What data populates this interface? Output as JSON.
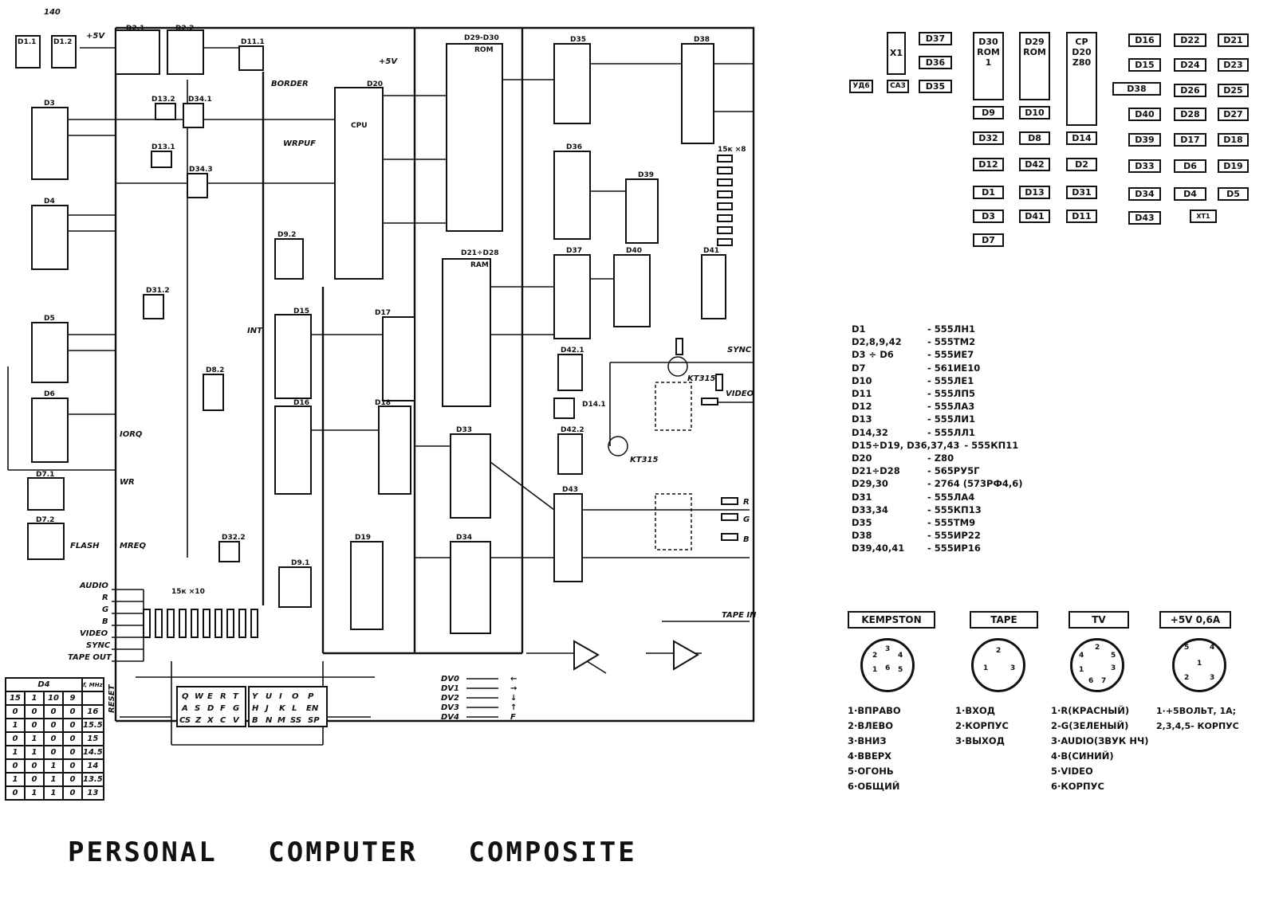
{
  "title": "PERSONAL COMPUTER COMPOSITE",
  "schematic": {
    "chips": {
      "d11": "D1.1",
      "d12": "D1.2",
      "d21": "D2.1",
      "d22": "D2.2",
      "d111": "D11.1",
      "d3": "D3",
      "d4": "D4",
      "d5": "D5",
      "d6": "D6",
      "d71": "D7.1",
      "d72": "D7.2",
      "d20": "D20",
      "d20fn": "CPU",
      "d2930": "D29-D30",
      "rom": "ROM",
      "d2128": "D21÷D28",
      "ram": "RAM",
      "d35": "D35",
      "d38": "D38",
      "d36": "D36",
      "d39": "D39",
      "d37": "D37",
      "d40": "D40",
      "d41": "D41",
      "d15": "D15",
      "d17": "D17",
      "d16": "D16",
      "d18": "D18",
      "d33": "D33",
      "d34": "D34",
      "d43": "D43",
      "d19": "D19",
      "d91": "D9.1",
      "d421": "D42.1",
      "d422": "D42.2",
      "d141": "D14.1",
      "d82": "D8.2",
      "d92": "D9.2",
      "d132": "D13.2",
      "d341": "D34.1",
      "d131": "D13.1",
      "d343": "D34.3",
      "d312": "D31.2",
      "d322": "D32.2"
    },
    "signals": {
      "audio": "AUDIO",
      "r": "R",
      "g": "G",
      "b": "B",
      "video": "VIDEO",
      "sync": "SYNC",
      "tape_out": "TAPE OUT",
      "tape_in": "TAPE IN",
      "border": "BORDER",
      "flash": "FLASH",
      "wrpuf": "WRPUF",
      "reset": "RESET",
      "plus5v": "+5V",
      "kt315": "KT315",
      "kt315b": "KT315",
      "c140": "140",
      "res15x10": "15к ×10",
      "res15x8": "15к ×8",
      "mreq": "MREQ",
      "wr": "WR",
      "iorq": "IORQ",
      "int": "INT"
    },
    "keyboard": [
      [
        "Q",
        "W",
        "E",
        "R",
        "T"
      ],
      [
        "A",
        "S",
        "D",
        "F",
        "G"
      ],
      [
        "CS",
        "Z",
        "X",
        "C",
        "V"
      ],
      [
        "Y",
        "U",
        "I",
        "O",
        "P"
      ],
      [
        "H",
        "J",
        "K",
        "L",
        "EN"
      ],
      [
        "B",
        "N",
        "M",
        "SS",
        "SP"
      ]
    ],
    "joystick": {
      "lines": [
        "DV0",
        "DV1",
        "DV2",
        "DV3",
        "DV4"
      ],
      "dirs": [
        "←",
        "→",
        "↓",
        "↑",
        "F"
      ]
    }
  },
  "d4_table": {
    "header": "D4",
    "freq_header": "f, MHz",
    "pins": [
      "15",
      "1",
      "10",
      "9"
    ],
    "rows": [
      {
        "bits": [
          "0",
          "0",
          "0",
          "0"
        ],
        "f": "16"
      },
      {
        "bits": [
          "1",
          "0",
          "0",
          "0"
        ],
        "f": "15.5"
      },
      {
        "bits": [
          "0",
          "1",
          "0",
          "0"
        ],
        "f": "15"
      },
      {
        "bits": [
          "1",
          "1",
          "0",
          "0"
        ],
        "f": "14.5"
      },
      {
        "bits": [
          "0",
          "0",
          "1",
          "0"
        ],
        "f": "14"
      },
      {
        "bits": [
          "1",
          "0",
          "1",
          "0"
        ],
        "f": "13.5"
      },
      {
        "bits": [
          "0",
          "1",
          "1",
          "0"
        ],
        "f": "13"
      }
    ]
  },
  "board_layout": {
    "x1": "X1",
    "ud6": "УД6",
    "sa3": "СА3",
    "d37": "D37",
    "d36": "D36",
    "d35": "D35",
    "d30": "D30 ROM 1",
    "d29": "D29 ROM",
    "d20": "CP D20 Z80",
    "col1": [
      "D9",
      "D32",
      "D12",
      "D1",
      "D3",
      "D7"
    ],
    "col2": [
      "D10",
      "D8",
      "D42",
      "D13",
      "D41"
    ],
    "col3": [
      "D14",
      "D2",
      "D31",
      "D11"
    ],
    "col4": [
      "D16",
      "D15",
      "D38",
      "D40",
      "D39",
      "D33",
      "D34",
      "D43"
    ],
    "col5": [
      "D22",
      "D24",
      "D26",
      "D28",
      "D17",
      "D6",
      "D4"
    ],
    "col6": [
      "D21",
      "D23",
      "D25",
      "D27",
      "D18",
      "D19",
      "D5"
    ],
    "xt": "ХТ1"
  },
  "parts_list": [
    {
      "ref": "D1",
      "type": "- 555ЛН1"
    },
    {
      "ref": "D2,8,9,42",
      "type": "- 555ТМ2"
    },
    {
      "ref": "D3 ÷ D6",
      "type": "- 555ИЕ7"
    },
    {
      "ref": "D7",
      "type": "- 561ИЕ10"
    },
    {
      "ref": "D10",
      "type": "- 555ЛЕ1"
    },
    {
      "ref": "D11",
      "type": "- 555ЛП5"
    },
    {
      "ref": "D12",
      "type": "- 555ЛА3"
    },
    {
      "ref": "D13",
      "type": "- 555ЛИ1"
    },
    {
      "ref": "D14,32",
      "type": "- 555ЛЛ1"
    },
    {
      "ref": "D15÷D19, D36,37,43",
      "type": "- 555КП11"
    },
    {
      "ref": "D20",
      "type": "- Z80"
    },
    {
      "ref": "D21÷D28",
      "type": "- 565РУ5Г"
    },
    {
      "ref": "D29,30",
      "type": "- 2764 (573РФ4,6)"
    },
    {
      "ref": "D31",
      "type": "- 555ЛА4"
    },
    {
      "ref": "D33,34",
      "type": "- 555КП13"
    },
    {
      "ref": "D35",
      "type": "- 555ТМ9"
    },
    {
      "ref": "D38",
      "type": "- 555ИР22"
    },
    {
      "ref": "D39,40,41",
      "type": "- 555ИР16"
    }
  ],
  "connectors": [
    {
      "name": "KEMPSTON",
      "pins": [
        "1",
        "2",
        "3",
        "4",
        "5",
        "6"
      ],
      "legend": [
        "1·ВПРАВО",
        "2·ВЛЕВО",
        "3·ВНИЗ",
        "4·ВВЕРХ",
        "5·ОГОНЬ",
        "6·ОБЩИЙ"
      ]
    },
    {
      "name": "TAPE",
      "pins": [
        "1",
        "2",
        "3"
      ],
      "legend": [
        "1·ВХОД",
        "2·КОРПУС",
        "3·ВЫХОД"
      ]
    },
    {
      "name": "TV",
      "pins": [
        "1",
        "2",
        "3",
        "4",
        "5",
        "6",
        "7"
      ],
      "legend": [
        "1·R(КРАСНЫЙ)",
        "2-G(ЗЕЛЕНЫЙ)",
        "3·AUDIO(ЗВУК НЧ)",
        "4·B(СИНИЙ)",
        "5·VIDEO",
        "6·КОРПУС"
      ]
    },
    {
      "name": "+5V 0,6A",
      "pins": [
        "1",
        "2",
        "3",
        "4",
        "5"
      ],
      "legend": [
        "1·+5ВОЛЬТ, 1А;",
        "2,3,4,5- КОРПУС"
      ]
    }
  ]
}
